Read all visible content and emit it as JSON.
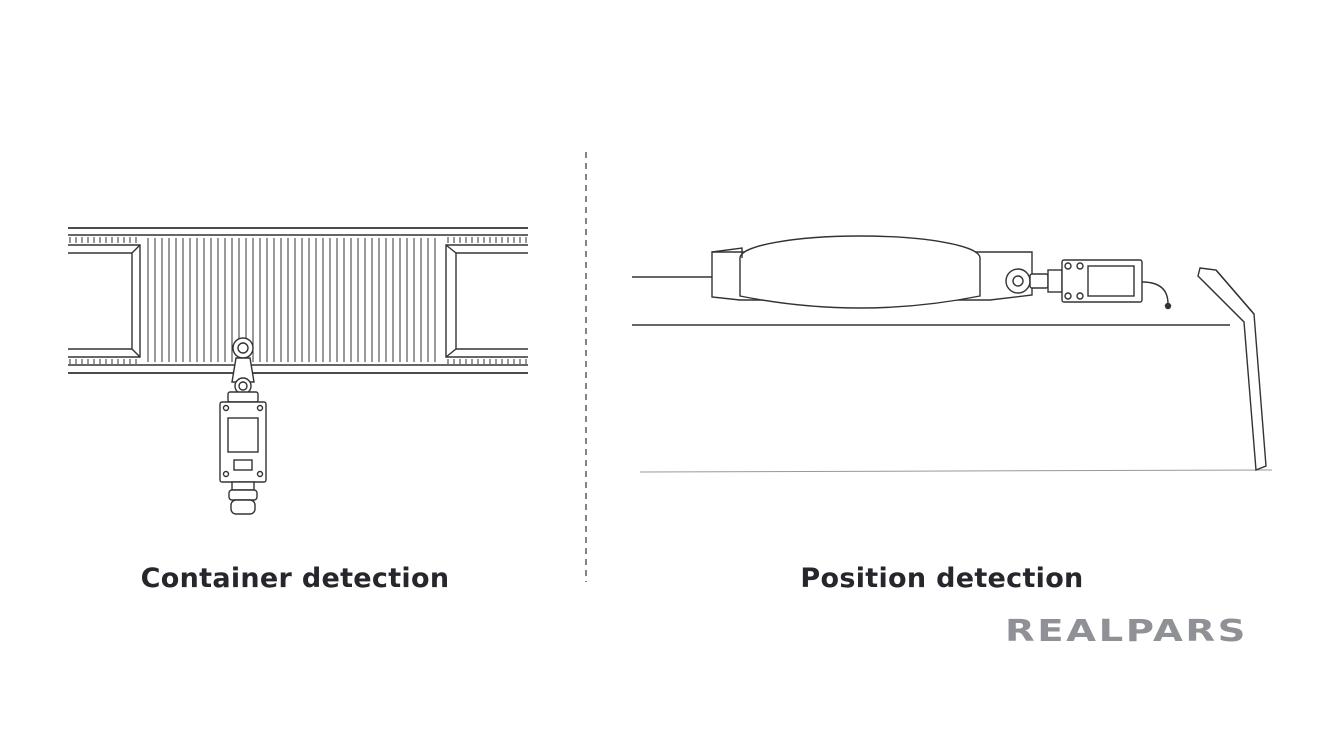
{
  "panels": {
    "left": {
      "caption": "Container detection"
    },
    "right": {
      "caption": "Position detection"
    }
  },
  "logo": {
    "text": "REALPARS"
  },
  "colors": {
    "line": "#333333",
    "fill": "#ffffff",
    "caption": "#26262c",
    "logo": "#8f9196",
    "divider": "#666666"
  }
}
